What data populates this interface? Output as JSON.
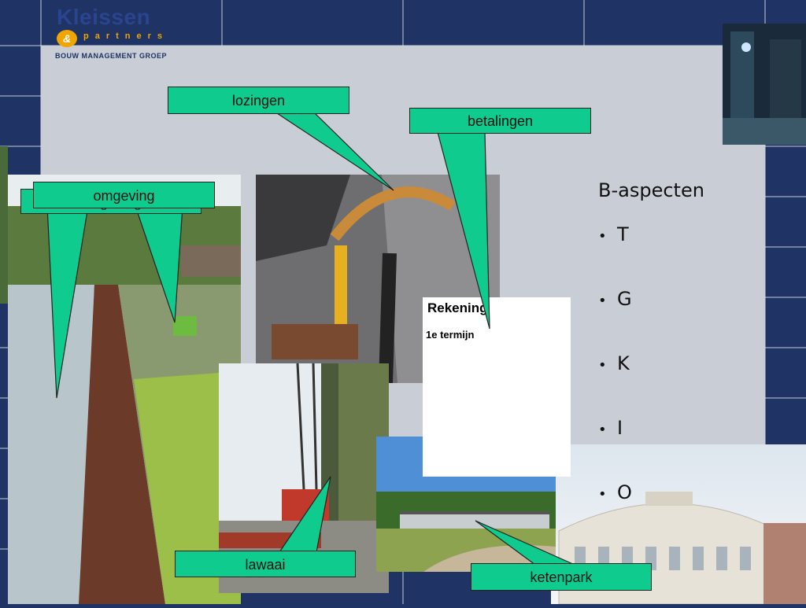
{
  "logo": {
    "name": "Kleissen",
    "ampersand": "&",
    "partners": "partners",
    "subtitle": "BOUW MANAGEMENT GROEP"
  },
  "callouts": {
    "lozingen": "lozingen",
    "betalingen": "betalingen",
    "omgeving": "omgeving",
    "omgeving_back": "omgeving",
    "lawaai": "lawaai",
    "ketenpark": "ketenpark"
  },
  "invoice": {
    "title": "Rekening",
    "line": "1e termijn"
  },
  "aspects": {
    "title": "B-aspecten",
    "items": [
      "T",
      "G",
      "K",
      "I",
      "O"
    ],
    "bullet": "•"
  },
  "colors": {
    "background": "#1f3464",
    "panel": "#c9ced6",
    "callout": "#0fcc8e",
    "logo_blue": "#2a4590",
    "logo_orange": "#f0a500"
  }
}
